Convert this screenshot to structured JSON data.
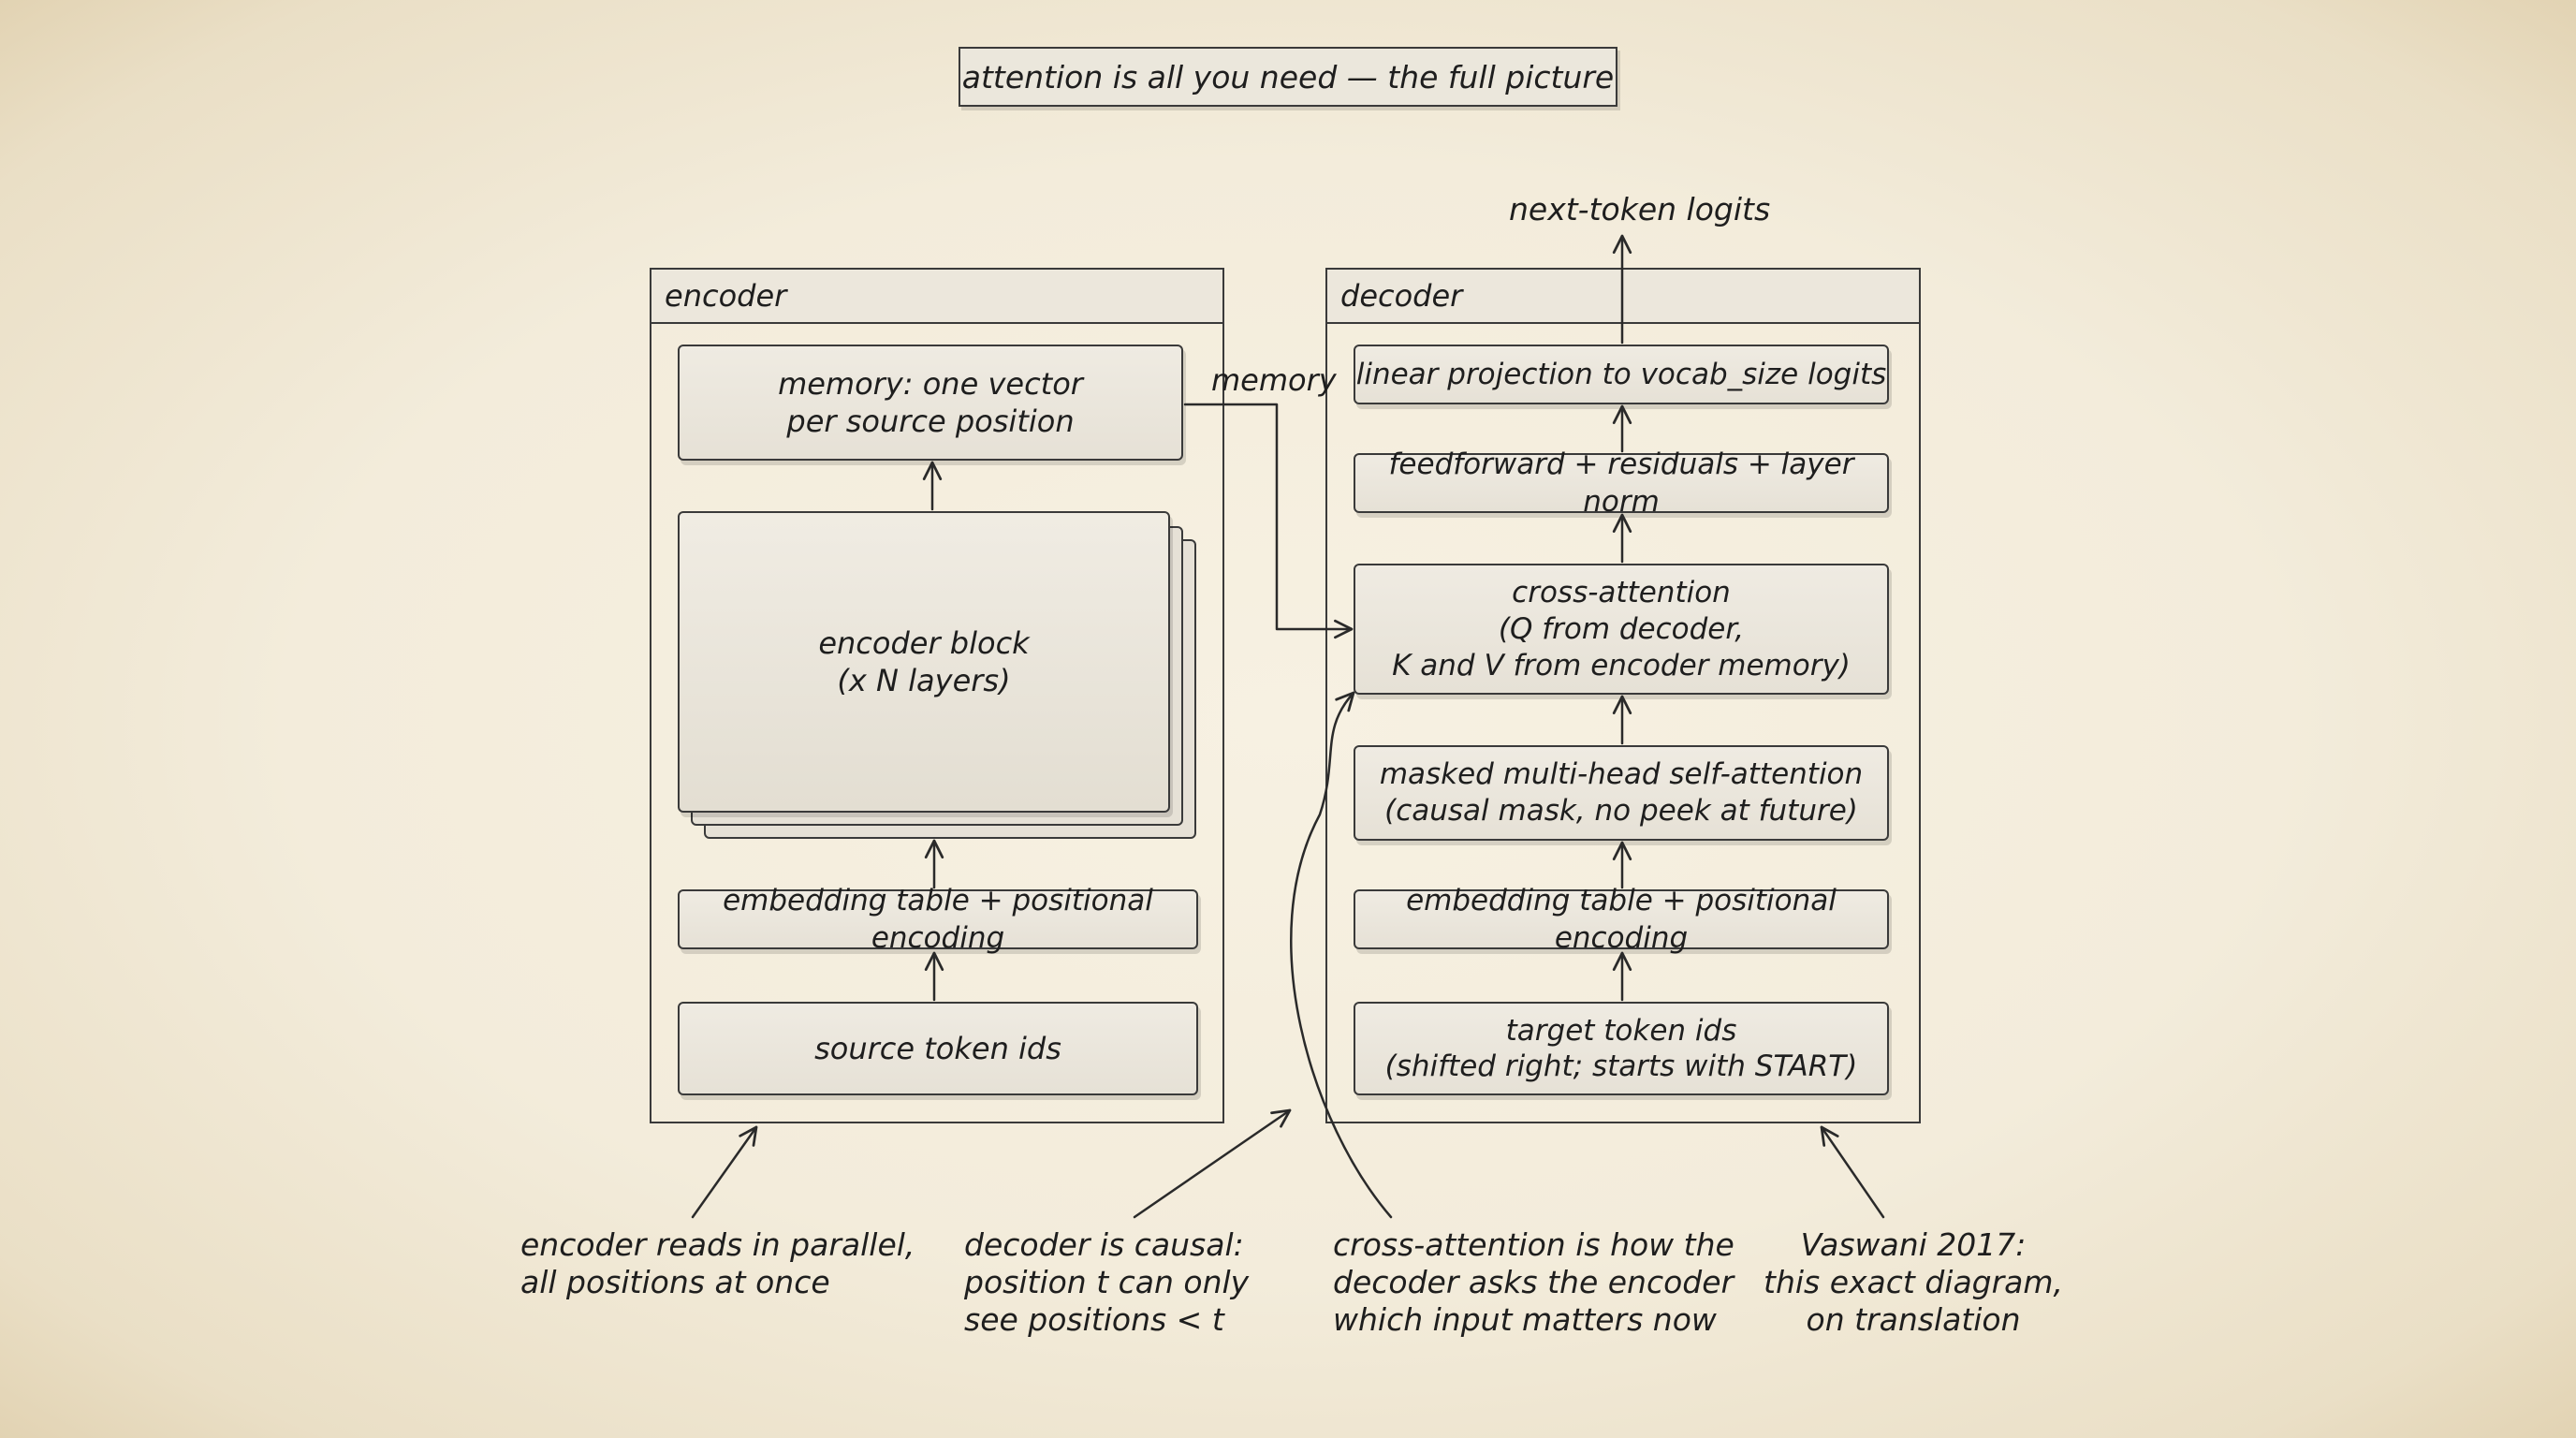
{
  "title": "attention is all you need — the full picture",
  "encoder": {
    "header": "encoder",
    "memory_lines": [
      "memory: one vector",
      "per source position"
    ],
    "block_lines": [
      "encoder block",
      "(x N layers)"
    ],
    "embedding": "embedding table + positional encoding",
    "input": "source token ids"
  },
  "memory_label": "memory",
  "decoder": {
    "header": "decoder",
    "output_label": "next-token logits",
    "linear": "linear projection to vocab_size logits",
    "ffn": "feedforward + residuals + layer norm",
    "cross_lines": [
      "cross-attention",
      "(Q from decoder,",
      "K and V from encoder memory)"
    ],
    "masked_lines": [
      "masked multi-head self-attention",
      "(causal mask, no peek at future)"
    ],
    "embedding": "embedding table + positional encoding",
    "input_lines": [
      "target token ids",
      "(shifted right; starts with START)"
    ]
  },
  "annotations": {
    "encoder_parallel": [
      "encoder reads in parallel,",
      "all positions at once"
    ],
    "decoder_causal": [
      "decoder is causal:",
      "position t can only",
      "see positions < t"
    ],
    "cross_attention": [
      "cross-attention is how the",
      "decoder asks the encoder",
      "which input matters now"
    ],
    "vaswani": [
      "Vaswani 2017:",
      "this exact diagram,",
      "on translation"
    ]
  }
}
